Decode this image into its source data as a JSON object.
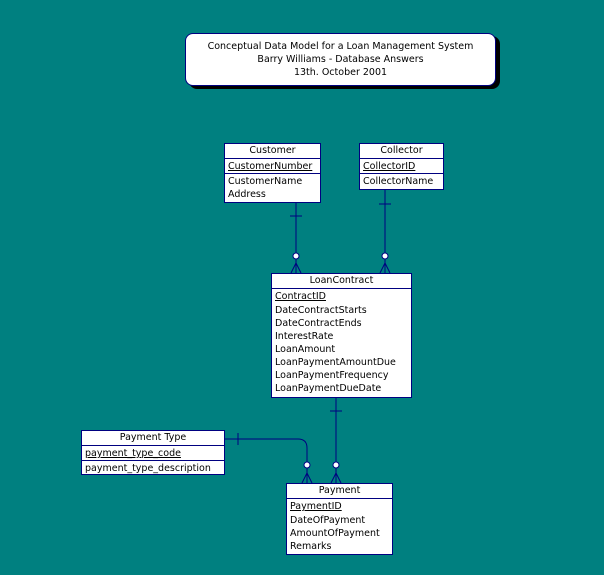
{
  "title": {
    "line1": "Conceptual Data Model for a Loan Management System",
    "line2": "Barry Williams - Database Answers",
    "line3": "13th. October 2001"
  },
  "entities": {
    "customer": {
      "name": "Customer",
      "key": "CustomerNumber",
      "attributes": [
        "CustomerName",
        "Address"
      ]
    },
    "collector": {
      "name": "Collector",
      "key": "CollectorID",
      "attributes": [
        "CollectorName"
      ]
    },
    "loan_contract": {
      "name": "LoanContract",
      "key": "ContractID",
      "attributes": [
        "DateContractStarts",
        "DateContractEnds",
        "InterestRate",
        "LoanAmount",
        "LoanPaymentAmountDue",
        "LoanPaymentFrequency",
        "LoanPaymentDueDate"
      ]
    },
    "payment_type": {
      "name": "Payment Type",
      "key": "payment_type_code",
      "attributes": [
        "payment_type_description"
      ]
    },
    "payment": {
      "name": "Payment",
      "key": "PaymentID",
      "attributes": [
        "DateOfPayment",
        "AmountOfPayment",
        "Remarks"
      ]
    }
  },
  "colors": {
    "background": "#008080",
    "line": "#000080",
    "box": "#ffffff"
  }
}
